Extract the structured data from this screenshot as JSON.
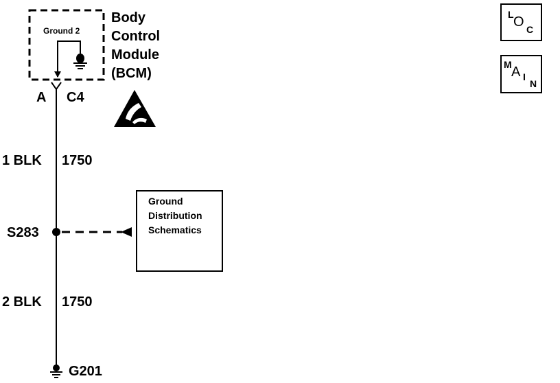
{
  "module": {
    "ground_label": "Ground 2",
    "name_lines": [
      "Body",
      "Control",
      "Module",
      "(BCM)"
    ]
  },
  "connector": {
    "pin": "A",
    "id": "C4"
  },
  "wire_1": {
    "label": "1 BLK",
    "circuit": "1750"
  },
  "splice": {
    "id": "S283"
  },
  "wire_2": {
    "label": "2 BLK",
    "circuit": "1750"
  },
  "ground": {
    "id": "G201"
  },
  "reference_box": {
    "lines": [
      "Ground",
      "Distribution",
      "Schematics"
    ]
  },
  "nav": {
    "loc": {
      "l1": "L",
      "l2": "O",
      "l3": "C"
    },
    "main": {
      "l1": "M",
      "l2": "A",
      "l3": "I",
      "l4": "N"
    }
  },
  "icons": [
    "esd-warning-icon",
    "ground-symbol-icon"
  ]
}
